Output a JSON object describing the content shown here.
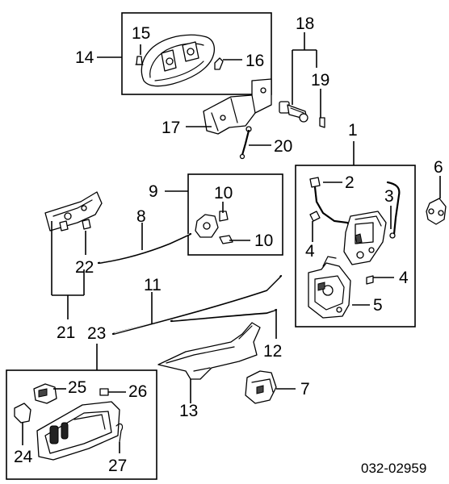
{
  "diagram": {
    "callouts": {
      "c1": "1",
      "c2": "2",
      "c3": "3",
      "c4a": "4",
      "c4b": "4",
      "c5": "5",
      "c6": "6",
      "c7": "7",
      "c8": "8",
      "c9": "9",
      "c10a": "10",
      "c10b": "10",
      "c11": "11",
      "c12": "12",
      "c13": "13",
      "c14": "14",
      "c15": "15",
      "c16": "16",
      "c17": "17",
      "c18": "18",
      "c19": "19",
      "c20": "20",
      "c21": "21",
      "c22": "22",
      "c23": "23",
      "c24": "24",
      "c25": "25",
      "c26": "26",
      "c27": "27"
    },
    "diagram_code": "032-02959"
  }
}
